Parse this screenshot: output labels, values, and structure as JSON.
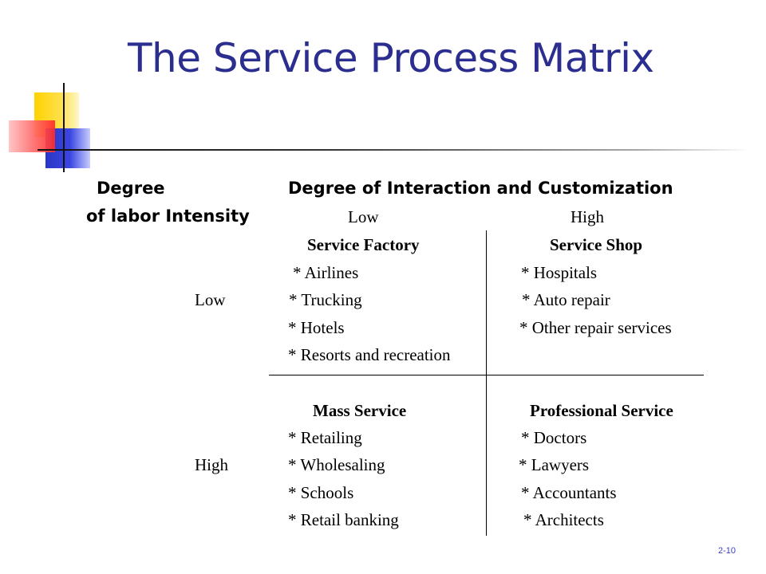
{
  "title": "The Service Process Matrix",
  "labels": {
    "degree": "Degree",
    "labor_intensity": "of labor Intensity",
    "interaction_header": "Degree of Interaction and Customization",
    "col_low": "Low",
    "col_high": "High",
    "row_low": "Low",
    "row_high": "High"
  },
  "quadrants": {
    "service_factory": {
      "title": "Service Factory",
      "items": [
        "*  Airlines",
        "*  Trucking",
        "*  Hotels",
        "*  Resorts and recreation"
      ]
    },
    "service_shop": {
      "title": "Service Shop",
      "items": [
        "*  Hospitals",
        "*  Auto repair",
        "*  Other repair services"
      ]
    },
    "mass_service": {
      "title": "Mass Service",
      "items": [
        "* Retailing",
        "* Wholesaling",
        "*  Schools",
        "*  Retail banking"
      ]
    },
    "professional_service": {
      "title": "Professional Service",
      "items": [
        "* Doctors",
        "* Lawyers",
        "* Accountants",
        "* Architects"
      ]
    }
  },
  "page_number": "2-10",
  "colors": {
    "title": "#2b2e8f",
    "logo_yellow": "#ffd200",
    "logo_blue": "#2a35c8",
    "logo_red": "#ff2a2a"
  }
}
